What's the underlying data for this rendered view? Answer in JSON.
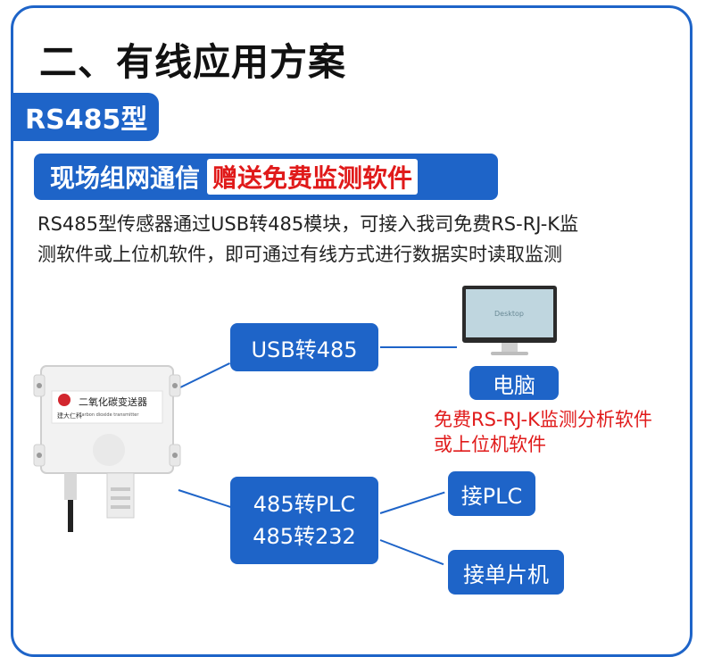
{
  "title": "二、有线应用方案",
  "badge": "RS485型",
  "banner": {
    "part1": "现场组网通信",
    "part2": "赠送免费监测软件"
  },
  "description": [
    "RS485型传感器通过USB转485模块，可接入我司免费RS-RJ-K监",
    "测软件或上位机软件，即可通过有线方式进行数据实时读取监测"
  ],
  "usb_label": "USB转485",
  "computer_label": "电脑",
  "software_note": [
    "免费RS-RJ-K监测分析软件",
    "或上位机软件"
  ],
  "converter_labels": [
    "485转PLC",
    "485转232"
  ],
  "plc_label": "接PLC",
  "mcu_label": "接单片机",
  "monitor_screen": "Desktop",
  "device": {
    "brand": "建大仁科",
    "model": "二氧化碳变送器",
    "model_en": "Carbon dioxide transmitter"
  },
  "colors": {
    "primary": "#1e64c8",
    "accent_red": "#e01a1a"
  }
}
